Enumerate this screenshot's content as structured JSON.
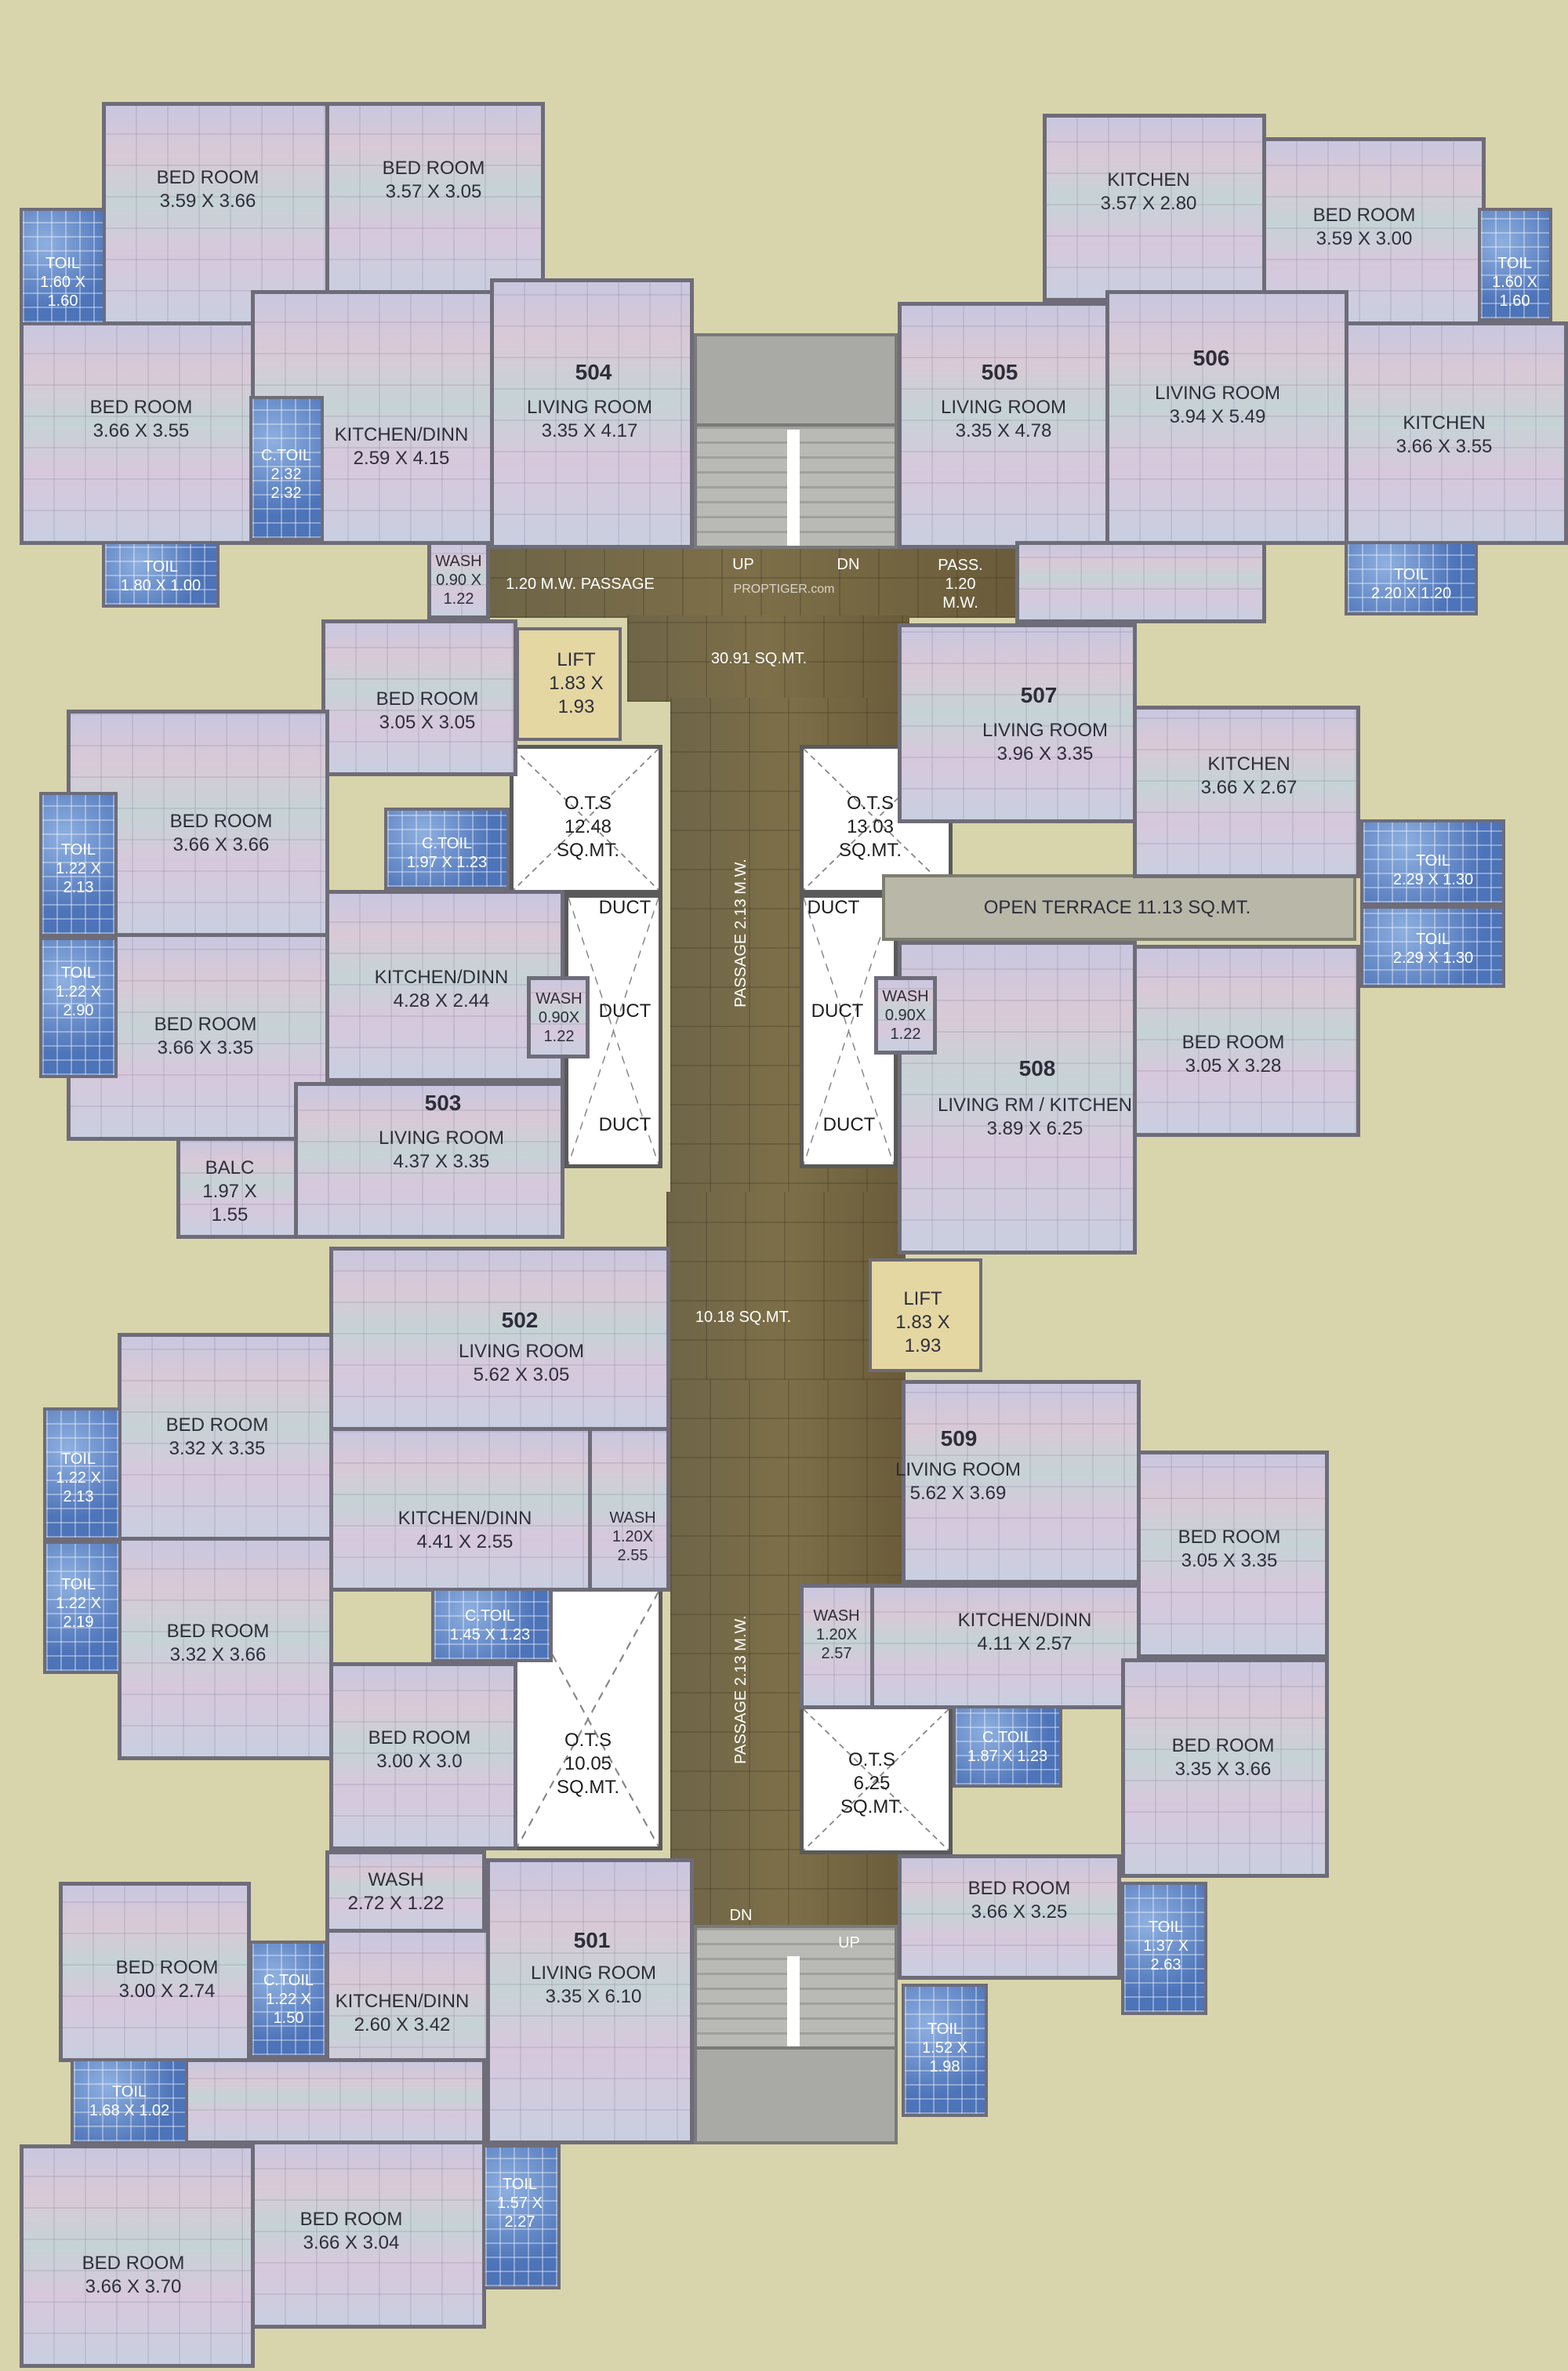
{
  "units": {
    "504": {
      "number": "504",
      "bed1": {
        "name": "BED ROOM",
        "size": "3.59 X 3.66"
      },
      "bed2": {
        "name": "BED ROOM",
        "size": "3.57 X 3.05"
      },
      "bed3": {
        "name": "BED ROOM",
        "size": "3.66 X 3.55"
      },
      "kitchen": {
        "name": "KITCHEN/DINN",
        "size": "2.59 X 4.15"
      },
      "living": {
        "name": "LIVING ROOM",
        "size": "3.35 X 4.17"
      },
      "ctoil": {
        "name": "C.TOIL",
        "size": "2.32\n2.32"
      },
      "toil1": {
        "name": "TOIL",
        "size": "1.60 X\n1.60"
      },
      "toil2": {
        "name": "TOIL",
        "size": "1.80 X 1.00"
      },
      "wash": {
        "name": "WASH",
        "size": "0.90 X\n1.22"
      }
    },
    "505": {
      "number": "505",
      "living": {
        "name": "LIVING ROOM",
        "size": "3.35 X 4.78"
      },
      "kitchen": {
        "name": "KITCHEN",
        "size": "3.57 X 2.80"
      },
      "pass": {
        "name": "PASS.",
        "size": "1.20\nM.W."
      }
    },
    "506": {
      "number": "506",
      "living": {
        "name": "LIVING ROOM",
        "size": "3.94 X 5.49"
      },
      "bed": {
        "name": "BED ROOM",
        "size": "3.59 X 3.00"
      },
      "kitchen": {
        "name": "KITCHEN",
        "size": "3.66 X 3.55"
      },
      "toil1": {
        "name": "TOIL",
        "size": "1.60 X\n1.60"
      },
      "toil2": {
        "name": "TOIL",
        "size": "2.20 X 1.20"
      }
    },
    "503": {
      "number": "503",
      "bed1": {
        "name": "BED ROOM",
        "size": "3.05 X 3.05"
      },
      "bed2": {
        "name": "BED ROOM",
        "size": "3.66 X 3.66"
      },
      "bed3": {
        "name": "BED ROOM",
        "size": "3.66 X 3.35"
      },
      "kitchen": {
        "name": "KITCHEN/DINN",
        "size": "4.28 X 2.44"
      },
      "living": {
        "name": "LIVING ROOM",
        "size": "4.37 X 3.35"
      },
      "balc": {
        "name": "BALC",
        "size": "1.97 X\n1.55"
      },
      "ctoil": {
        "name": "C.TOIL",
        "size": "1.97 X 1.23"
      },
      "toil1": {
        "name": "TOIL",
        "size": "1.22 X\n2.13"
      },
      "toil2": {
        "name": "TOIL",
        "size": "1.22 X\n2.90"
      },
      "wash": {
        "name": "WASH",
        "size": "0.90X\n1.22"
      }
    },
    "507": {
      "number": "507",
      "living": {
        "name": "LIVING ROOM",
        "size": "3.96 X 3.35"
      },
      "kitchen": {
        "name": "KITCHEN",
        "size": "3.66 X 2.67"
      },
      "toil1": {
        "name": "TOIL",
        "size": "2.29 X 1.30"
      },
      "toil2": {
        "name": "TOIL",
        "size": "2.29 X 1.30"
      }
    },
    "508": {
      "number": "508",
      "living": {
        "name": "LIVING RM / KITCHEN",
        "size": "3.89 X 6.25"
      },
      "bed": {
        "name": "BED ROOM",
        "size": "3.05 X 3.28"
      },
      "wash": {
        "name": "WASH",
        "size": "0.90X\n1.22"
      }
    },
    "502": {
      "number": "502",
      "living": {
        "name": "LIVING ROOM",
        "size": "5.62 X 3.05"
      },
      "bed1": {
        "name": "BED ROOM",
        "size": "3.32 X 3.35"
      },
      "bed2": {
        "name": "BED ROOM",
        "size": "3.32 X 3.66"
      },
      "bed3": {
        "name": "BED ROOM",
        "size": "3.00 X 3.0"
      },
      "kitchen": {
        "name": "KITCHEN/DINN",
        "size": "4.41 X 2.55"
      },
      "wash": {
        "name": "WASH",
        "size": "1.20X\n2.55"
      },
      "ctoil": {
        "name": "C.TOIL",
        "size": "1.45 X 1.23"
      },
      "toil1": {
        "name": "TOIL",
        "size": "1.22 X\n2.13"
      },
      "toil2": {
        "name": "TOIL",
        "size": "1.22 X\n2.19"
      }
    },
    "509": {
      "number": "509",
      "living": {
        "name": "LIVING ROOM",
        "size": "5.62 X 3.69"
      },
      "bed1": {
        "name": "BED ROOM",
        "size": "3.05 X 3.35"
      },
      "bed2": {
        "name": "BED ROOM",
        "size": "3.35 X 3.66"
      },
      "bed3": {
        "name": "BED ROOM",
        "size": "3.66 X 3.25"
      },
      "kitchen": {
        "name": "KITCHEN/DINN",
        "size": "4.11 X 2.57"
      },
      "wash": {
        "name": "WASH",
        "size": "1.20X\n2.57"
      },
      "ctoil": {
        "name": "C.TOIL",
        "size": "1.87 X 1.23"
      },
      "toil1": {
        "name": "TOIL",
        "size": "1.37 X\n2.63"
      },
      "toil2": {
        "name": "TOIL",
        "size": "1.52 X\n1.98"
      }
    },
    "501": {
      "number": "501",
      "living": {
        "name": "LIVING ROOM",
        "size": "3.35 X 6.10"
      },
      "kitchen": {
        "name": "KITCHEN/DINN",
        "size": "2.60 X 3.42"
      },
      "bed1": {
        "name": "BED ROOM",
        "size": "3.00 X 2.74"
      },
      "bed2": {
        "name": "BED ROOM",
        "size": "3.66 X 3.04"
      },
      "bed3": {
        "name": "BED ROOM",
        "size": "3.66 X 3.70"
      },
      "wash": {
        "name": "WASH",
        "size": "2.72 X 1.22"
      },
      "ctoil": {
        "name": "C.TOIL",
        "size": "1.22 X\n1.50"
      },
      "toil1": {
        "name": "TOIL",
        "size": "1.68 X 1.02"
      },
      "toil2": {
        "name": "TOIL",
        "size": "1.57 X\n2.27"
      }
    }
  },
  "common": {
    "passage_top": "1.20 M.W. PASSAGE",
    "up_top": "UP",
    "dn_top": "DN",
    "area_top": "30.91 SQ.MT.",
    "passage_vert_top": "PASSAGE 2.13 M.W.",
    "passage_vert_bottom": "PASSAGE 2.13 M.W.",
    "area_mid": "10.18 SQ.MT.",
    "dn_bottom": "DN",
    "up_bottom": "UP",
    "lift1": {
      "name": "LIFT",
      "size": "1.83 X\n1.93"
    },
    "lift2": {
      "name": "LIFT",
      "size": "1.83 X\n1.93"
    },
    "ots1": {
      "name": "O.T.S",
      "size": "12.48\nSQ.MT."
    },
    "ots2": {
      "name": "O.T.S",
      "size": "13.03\nSQ.MT."
    },
    "ots3": {
      "name": "O.T.S",
      "size": "10.05\nSQ.MT."
    },
    "ots4": {
      "name": "O.T.S",
      "size": "6.25\nSQ.MT."
    },
    "duct": "DUCT",
    "open_terrace": "OPEN TERRACE 11.13 SQ.MT.",
    "watermark": "PROPTIGER.com"
  }
}
